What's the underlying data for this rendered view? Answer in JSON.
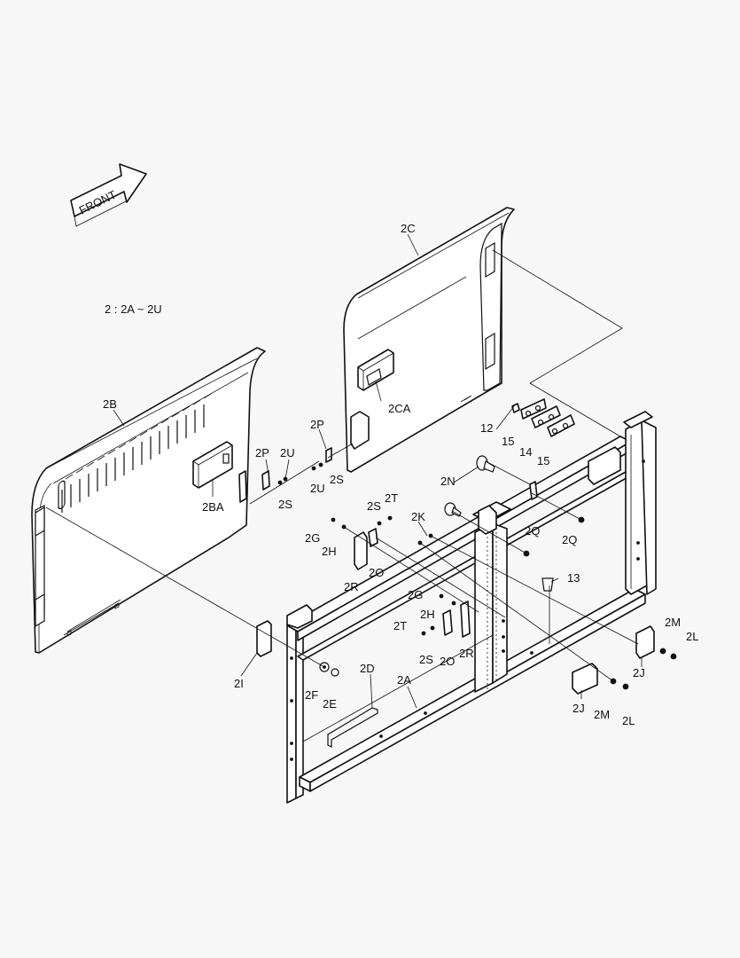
{
  "direction_label": "FRONT",
  "range_note": "2 : 2A ~ 2U",
  "callouts": {
    "c_2C": "2C",
    "c_2CA": "2CA",
    "c_2B": "2B",
    "c_2BA": "2BA",
    "c_2P_a": "2P",
    "c_2P_b": "2P",
    "c_2U_a": "2U",
    "c_2U_b": "2U",
    "c_2S_a": "2S",
    "c_2S_b": "2S",
    "c_2S_c": "2S",
    "c_2S_d": "2S",
    "c_2T_a": "2T",
    "c_2T_b": "2T",
    "c_2N": "2N",
    "c_2K": "2K",
    "c_2G_a": "2G",
    "c_2G_b": "2G",
    "c_2H_a": "2H",
    "c_2H_b": "2H",
    "c_2R_a": "2R",
    "c_2R_b": "2R",
    "c_2O_a": "2O",
    "c_2O_b": "2O",
    "c_2Q_a": "2Q",
    "c_2Q_b": "2Q",
    "c_12": "12",
    "c_13": "13",
    "c_14": "14",
    "c_15_a": "15",
    "c_15_b": "15",
    "c_2M_a": "2M",
    "c_2M_b": "2M",
    "c_2L_a": "2L",
    "c_2L_b": "2L",
    "c_2J_a": "2J",
    "c_2J_b": "2J",
    "c_2I": "2I",
    "c_2F": "2F",
    "c_2E": "2E",
    "c_2D": "2D",
    "c_2A": "2A"
  }
}
